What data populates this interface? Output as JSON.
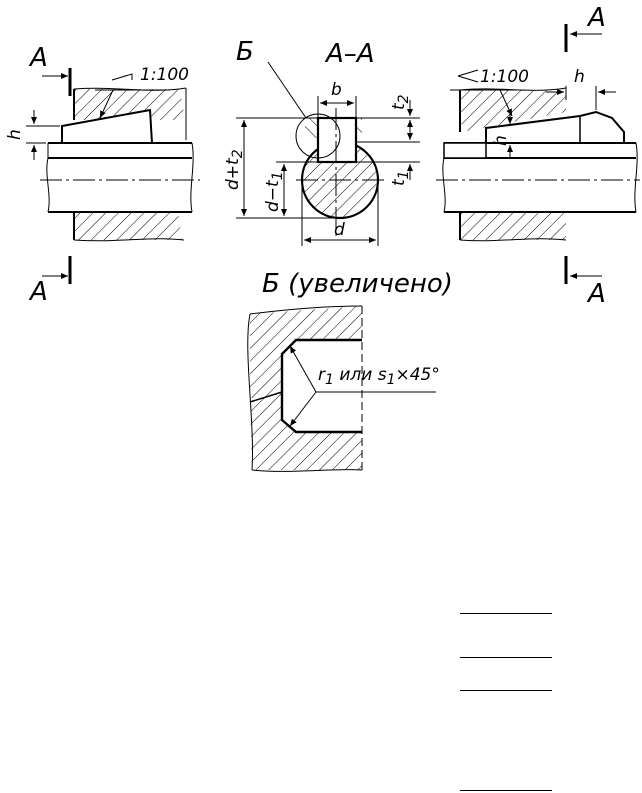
{
  "drawing": {
    "section_mark": "А",
    "view_mark": "Б",
    "section_title": "А–А",
    "enlarged_title": "Б (увеличено)",
    "taper_left": "1:100",
    "taper_right": "1:100",
    "dims": {
      "h": "h",
      "b": "b",
      "t1": "t",
      "t1_sub": "1",
      "t2": "t",
      "t2_sub": "2",
      "d": "d",
      "d_plus_t2": "d+t",
      "d_plus_t2_sub": "2",
      "d_minus_t1": "d−t",
      "d_minus_t1_sub": "1"
    },
    "callout": {
      "r": "r",
      "r_sub": "1",
      "or": " или ",
      "s": "s",
      "s_sub": "1",
      "angle": "×45°"
    }
  },
  "colors": {
    "ink": "#000000",
    "paper": "#ffffff"
  }
}
